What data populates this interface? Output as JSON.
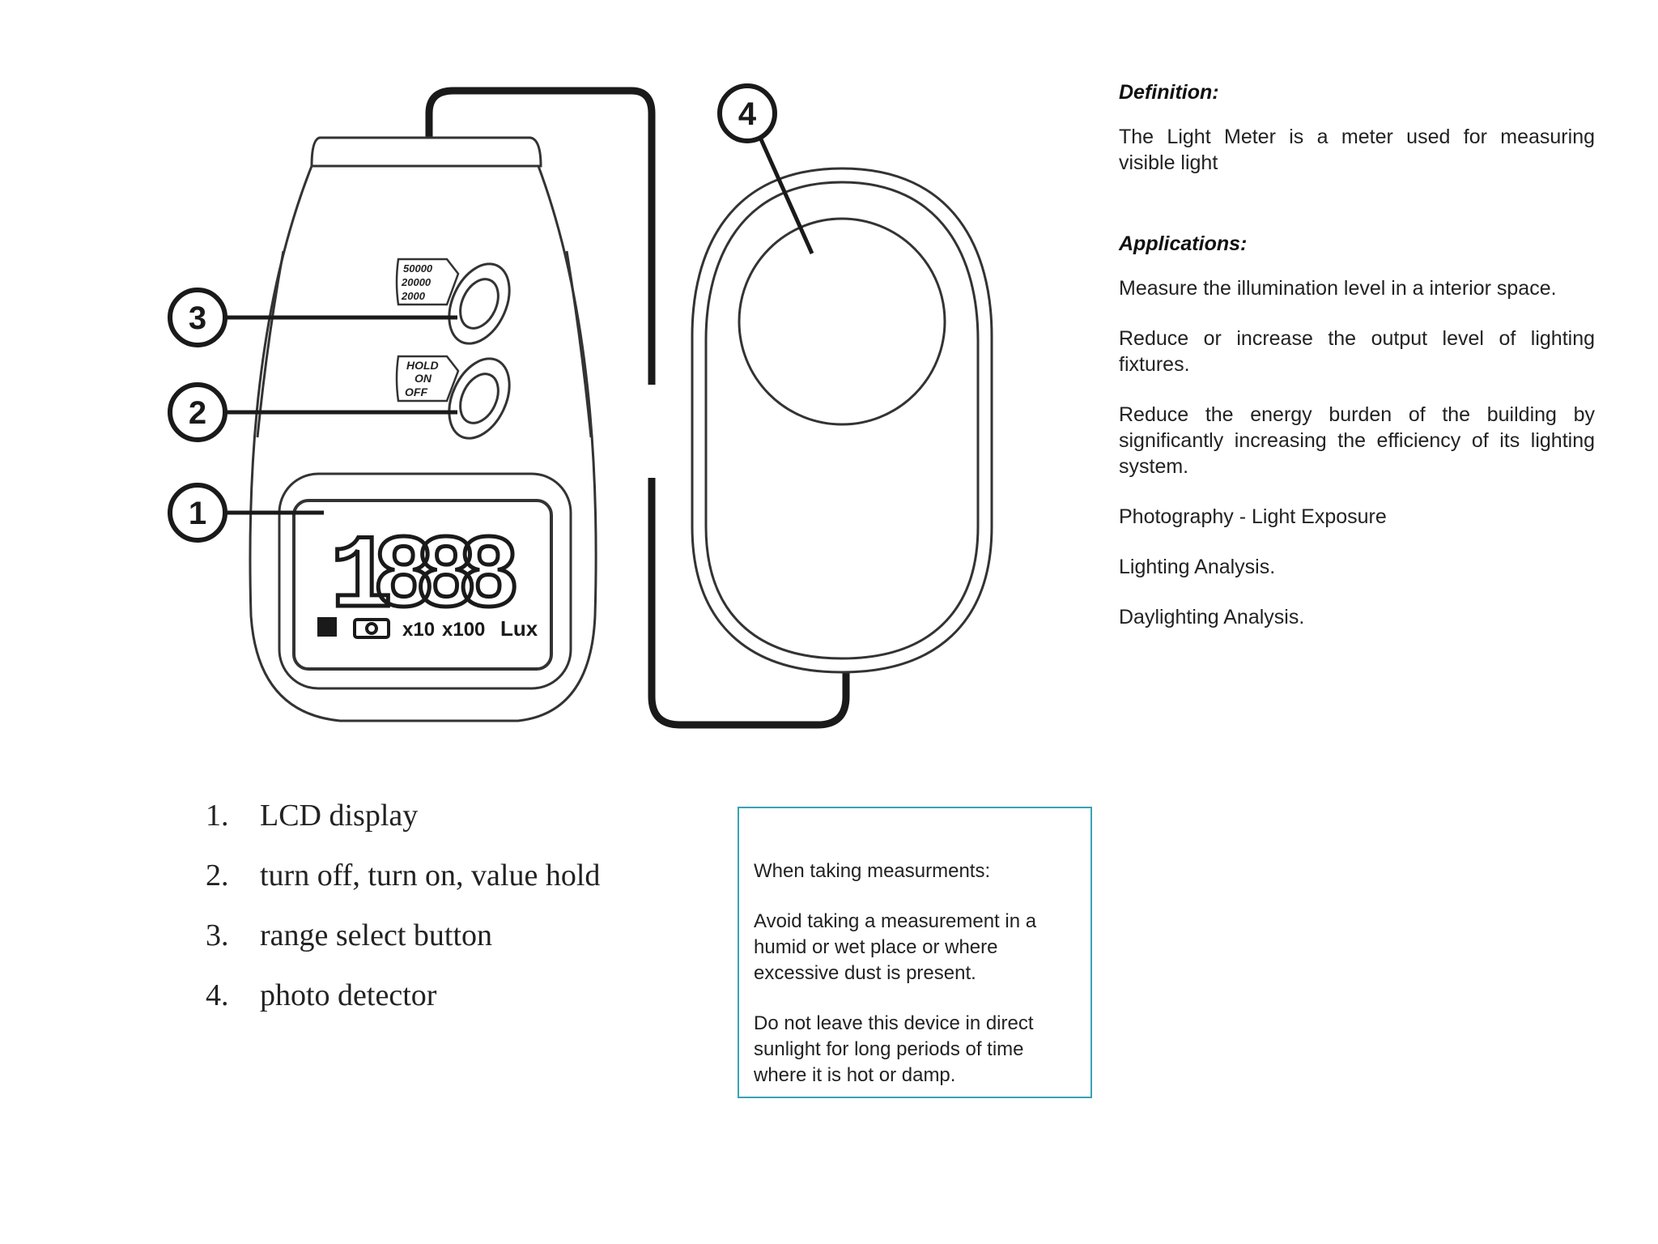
{
  "diagram": {
    "callouts": [
      "1",
      "2",
      "3",
      "4"
    ],
    "lcd_digits": "1888",
    "lcd_indicators": [
      "x10",
      "x100",
      "Lux"
    ],
    "range_labels": [
      "50000",
      "20000",
      "2000"
    ],
    "hold_labels": [
      "HOLD",
      "ON",
      "OFF"
    ]
  },
  "definition": {
    "heading": "Definition:",
    "text": "The Light Meter is a meter used for measuring visible light"
  },
  "applications": {
    "heading": "Applications:",
    "items": [
      "Measure the illumination level in a interior space.",
      "Reduce or increase the output level of lighting fixtures.",
      "Reduce the energy burden of the building by significantly increasing the efficiency of its lighting system.",
      "Photography - Light Exposure",
      "Lighting Analysis.",
      "Daylighting Analysis."
    ]
  },
  "parts": [
    {
      "num": "1.",
      "label": "LCD display"
    },
    {
      "num": "2.",
      "label": "turn off, turn on, value hold"
    },
    {
      "num": "3.",
      "label": "range select button"
    },
    {
      "num": "4.",
      "label": "photo detector"
    }
  ],
  "note": {
    "title": "When taking measurments:",
    "para1": "Avoid taking a measurement in a humid or wet place or where excessive dust is present.",
    "para2": "Do not leave this device in direct sunlight for long periods of time where it is hot or damp."
  }
}
